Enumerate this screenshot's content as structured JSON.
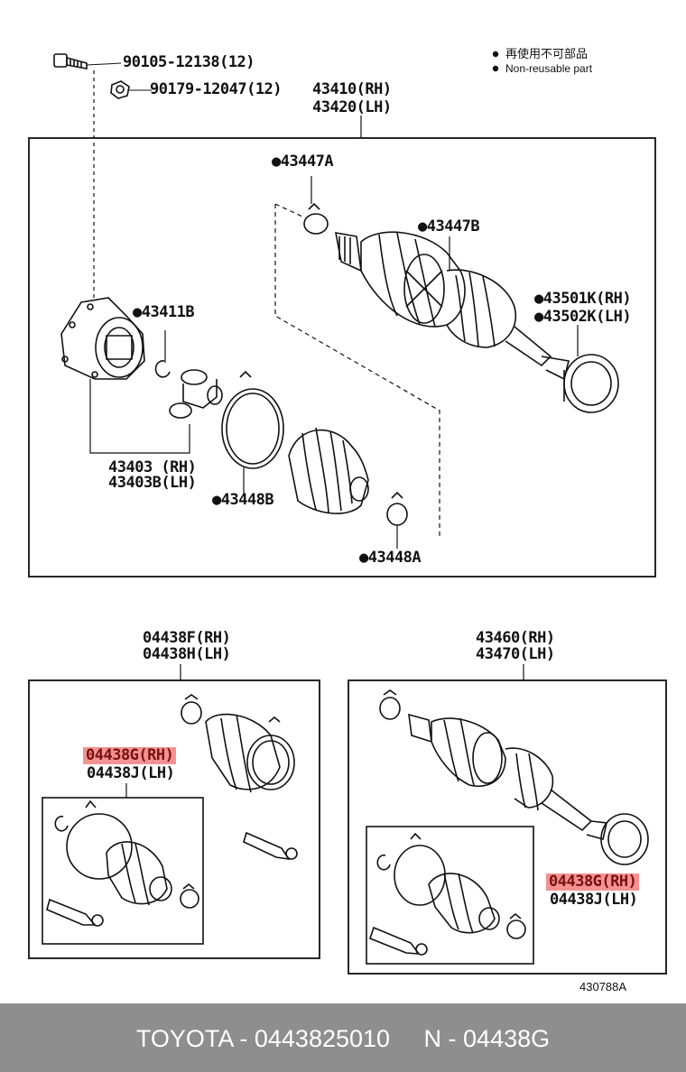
{
  "legend": {
    "jp": "再使用不可部品",
    "en": "Non-reusable part"
  },
  "labels": {
    "bolt": "90105-12138(12)",
    "nut": "90179-12047(12)",
    "assy_rh": "43410(RH)",
    "assy_lh": "43420(LH)",
    "clamp_a": "●43447A",
    "clamp_b": "●43447B",
    "boot_rh": "●43501K(RH)",
    "boot_lh": "●43502K(LH)",
    "snap_ring": "●43411B",
    "tulip_rh": "43403 (RH)",
    "tulip_lh": "43403B(LH)",
    "band_b": "●43448B",
    "band_a": "●43448A",
    "kit_f_rh": "04438F(RH)",
    "kit_h_lh": "04438H(LH)",
    "kit_g_rh_left": "04438G(RH)",
    "kit_j_lh_left": "04438J(LH)",
    "shaft_rh": "43460(RH)",
    "shaft_lh": "43470(LH)",
    "kit_g_rh_right": "04438G(RH)",
    "kit_j_lh_right": "04438J(LH)",
    "diagram_id": "430788A"
  },
  "footer": {
    "text": "TOYOTA - 0443825010     N - 04438G"
  },
  "colors": {
    "highlight": "#f06e6e",
    "footer_bg": "#8e8e8e",
    "footer_text": "#ffffff"
  }
}
